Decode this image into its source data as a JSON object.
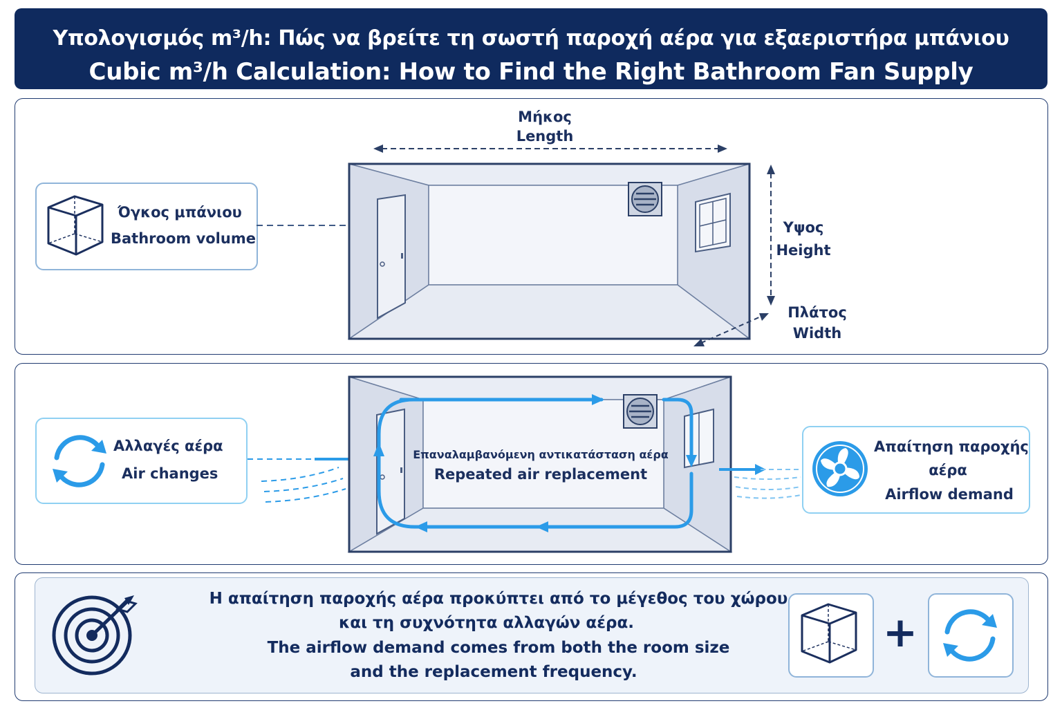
{
  "header": {
    "title_el": "Υπολογισμός m³/h: Πώς να βρείτε τη σωστή παροχή αέρα για εξαεριστήρα μπάνιου",
    "title_en": "Cubic m³/h Calculation: How to Find the Right Bathroom Fan Supply"
  },
  "volume_panel": {
    "card": {
      "label_el": "Όγκος μπάνιου",
      "label_en": "Bathroom volume",
      "icon": "cube-icon"
    },
    "length": {
      "el": "Μήκος",
      "en": "Length"
    },
    "height": {
      "el": "Υψος",
      "en": "Height"
    },
    "width": {
      "el": "Πλάτος",
      "en": "Width"
    }
  },
  "airflow_panel": {
    "left_card": {
      "label_el": "Αλλαγές αέρα",
      "label_en": "Air changes",
      "icon": "cycle-arrows-icon"
    },
    "center": {
      "label_el": "Επαναλαμβανόμενη αντικατάσταση αέρα",
      "label_en": "Repeated air replacement"
    },
    "right_card": {
      "label_el_1": "Απαίτηση παροχής",
      "label_el_2": "αέρα",
      "label_en": "Airflow demand",
      "icon": "fan-icon"
    }
  },
  "summary": {
    "line1": "Η απαίτηση παροχής αέρα προκύπτει από το μέγεθος του χώρου",
    "line2": "και τη συχνότητα αλλαγών αέρα.",
    "line3": "The airflow demand comes from both the room size",
    "line4": "and the replacement frequency.",
    "plus": "+",
    "icons": [
      "target-icon",
      "cube-icon",
      "cycle-arrows-icon"
    ]
  },
  "colors": {
    "navy": "#0f2a5e",
    "accent_blue": "#2b9be8",
    "outline": "#8fb4d9"
  }
}
